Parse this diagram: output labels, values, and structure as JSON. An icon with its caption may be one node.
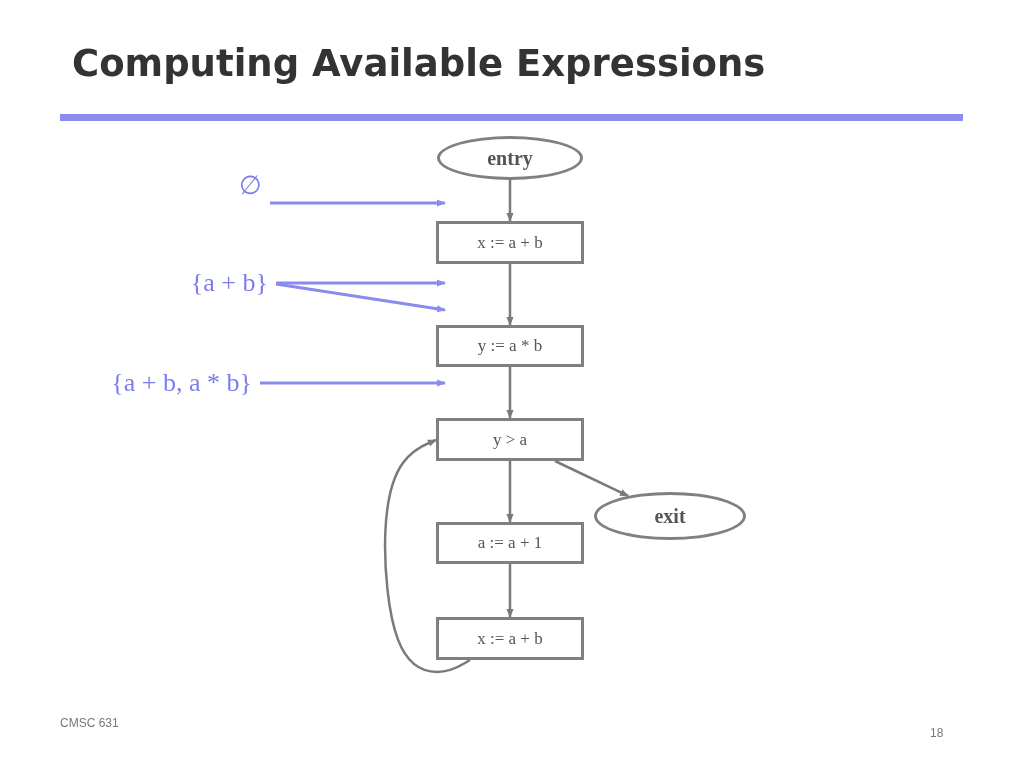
{
  "diagram": {
    "title": "Computing Available Expressions",
    "nodes": [
      {
        "text": [
          "entry"
        ]
      },
      {
        "text": [
          "x := a + b"
        ]
      },
      {
        "text": [
          "y := a * b"
        ]
      },
      {
        "text": [
          "y > a"
        ]
      },
      {
        "text": [
          "exit"
        ]
      },
      {
        "text": [
          "a := a + 1"
        ]
      },
      {
        "text": [
          "x := a + b"
        ]
      },
      {
        "text": [
          "∅"
        ]
      },
      {
        "text": [
          "{a + b}"
        ]
      },
      {
        "text": [
          "{a + b, a * b}"
        ]
      }
    ],
    "edges": [
      {
        "from": 0,
        "to": 1,
        "arrow": "to"
      },
      {
        "from": 1,
        "to": 2,
        "arrow": "to"
      },
      {
        "from": 2,
        "to": 3,
        "arrow": "to"
      },
      {
        "from": 3,
        "to": 4,
        "arrow": "to"
      },
      {
        "from": 3,
        "to": 5,
        "arrow": "to"
      },
      {
        "from": 5,
        "to": 6,
        "arrow": "to"
      },
      {
        "from": 6,
        "to": 3,
        "arrow": "to"
      },
      {
        "from": 7,
        "to": 1,
        "arrow": "to",
        "color": "#8a8af0"
      },
      {
        "from": 8,
        "to": 1,
        "arrow": "to",
        "color": "#8a8af0"
      },
      {
        "from": 8,
        "to": 2,
        "arrow": "to",
        "color": "#8a8af0"
      },
      {
        "from": 9,
        "to": 2,
        "arrow": "to",
        "color": "#8a8af0"
      }
    ],
    "labels": [
      "CMSC 631",
      "18"
    ]
  }
}
